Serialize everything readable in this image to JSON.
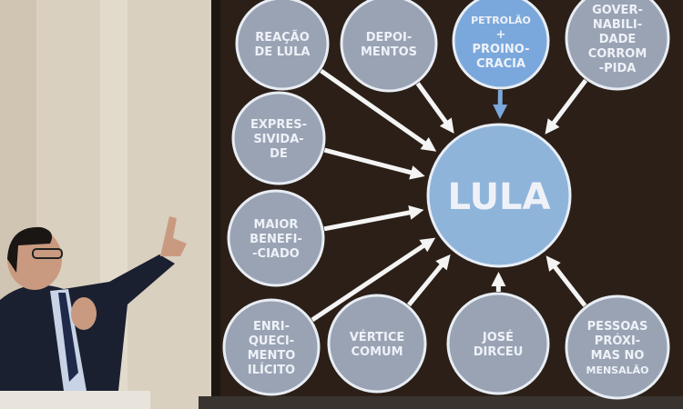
{
  "slide": {
    "center": {
      "label": "LULA",
      "color": "#8fb4da"
    },
    "nodes": [
      {
        "lines": [
          "REAÇÃO",
          "DE LULA"
        ],
        "color": "#9aa3b4"
      },
      {
        "lines": [
          "DEPOI-",
          "MENTOS"
        ],
        "color": "#9aa3b4"
      },
      {
        "lines": [
          "PETROLÃO",
          "+",
          "PROINO-",
          "CRACIA"
        ],
        "color": "#7ba8dc"
      },
      {
        "lines": [
          "GOVER-",
          "NABILI-",
          "DADE",
          "CORROM",
          "-PIDA"
        ],
        "color": "#9aa3b4"
      },
      {
        "lines": [
          "EXPRES-",
          "SIVIDA-",
          "DE"
        ],
        "color": "#9aa3b4"
      },
      {
        "lines": [
          "MAIOR",
          "BENEFI-",
          "-CIADO"
        ],
        "color": "#9aa3b4"
      },
      {
        "lines": [
          "ENRI-",
          "QUECI-",
          "MENTO",
          "ILÍCITO"
        ],
        "color": "#9aa3b4"
      },
      {
        "lines": [
          "VÉRTICE",
          "COMUM"
        ],
        "color": "#9aa3b4"
      },
      {
        "lines": [
          "JOSÉ",
          "DIRCEU"
        ],
        "color": "#9aa3b4"
      },
      {
        "lines": [
          "PESSOAS",
          "PRÓXI-",
          "MAS NO",
          "MENSALÃO"
        ],
        "color": "#9aa3b4"
      }
    ]
  },
  "colors": {
    "screen": "#2b1f17",
    "wall": "#d8cfbe",
    "arrow": "#f4f4f4"
  }
}
